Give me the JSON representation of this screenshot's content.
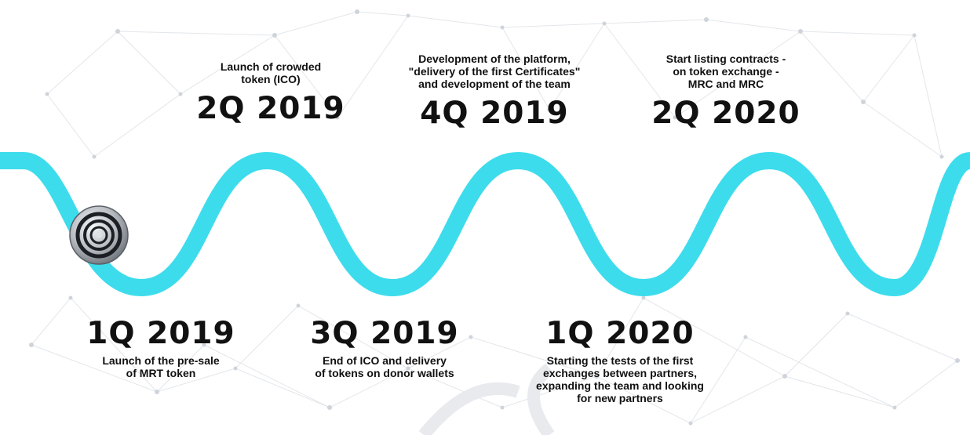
{
  "timeline": {
    "milestones": [
      {
        "date": "1Q 2019",
        "desc": [
          "Launch of the pre-sale",
          "of MRT token"
        ]
      },
      {
        "date": "2Q 2019",
        "desc": [
          "Launch of crowded",
          "token (ICO)"
        ]
      },
      {
        "date": "3Q 2019",
        "desc": [
          "End of ICO and delivery",
          "of tokens on donor wallets"
        ]
      },
      {
        "date": "4Q 2019",
        "desc": [
          "Development of the platform,",
          "\"delivery of the first Certificates\"",
          "and development of the team"
        ]
      },
      {
        "date": "1Q 2020",
        "desc": [
          "Starting the tests of the first",
          "exchanges between partners,",
          "expanding the team and looking",
          "for new partners"
        ]
      },
      {
        "date": "2Q 2020",
        "desc": [
          "Start listing contracts -",
          "on token exchange -",
          "MRC and MRC"
        ]
      }
    ]
  },
  "colors": {
    "wave": "#3ddcec",
    "text": "#111111",
    "network": "#c9ced6"
  },
  "icons": {
    "marker": "concentric-circles-icon"
  }
}
